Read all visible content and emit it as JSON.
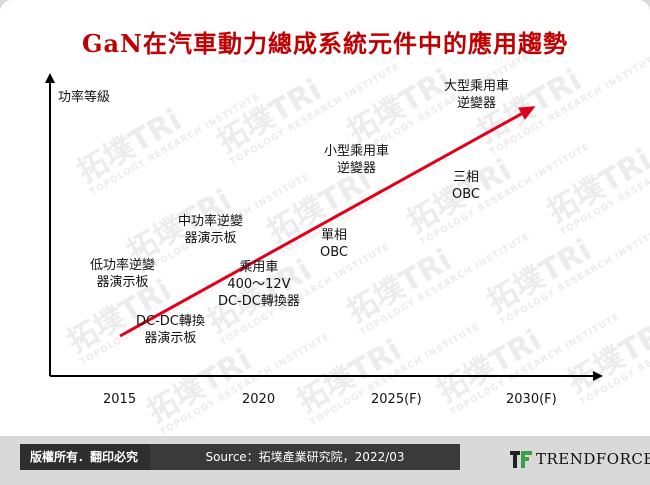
{
  "title": "GaN在汽車動力總成系統元件中的應用趨勢",
  "y_axis_label": "功率等級",
  "x_ticks": [
    "2015",
    "2020",
    "2025(F)",
    "2030(F)"
  ],
  "labels": {
    "dcdc_demo": [
      "DC-DC轉換",
      "器演示板"
    ],
    "low_power_demo": [
      "低功率逆變",
      "器演示板"
    ],
    "mid_power_demo": [
      "中功率逆變",
      "器演示板"
    ],
    "car_dcdc": [
      "乘用車",
      "400～12V",
      "DC-DC轉換器"
    ],
    "single_phase_obc": [
      "單相",
      "OBC"
    ],
    "small_car_inverter": [
      "小型乘用車",
      "逆變器"
    ],
    "three_phase_obc": [
      "三相",
      "OBC"
    ],
    "large_car_inverter": [
      "大型乘用車",
      "逆變器"
    ]
  },
  "footer": {
    "copyright": "版權所有．翻印必究",
    "source": "Source：拓墣產業研究院，2022/03",
    "brand": "TRENDFORCE"
  },
  "watermark": {
    "main": "拓墣TRi",
    "sub": "TOPOLOGY RESEARCH INSTITUTE"
  },
  "colors": {
    "title": "#c00000",
    "trend_arrow": "#e0001b",
    "axes": "#000000"
  }
}
